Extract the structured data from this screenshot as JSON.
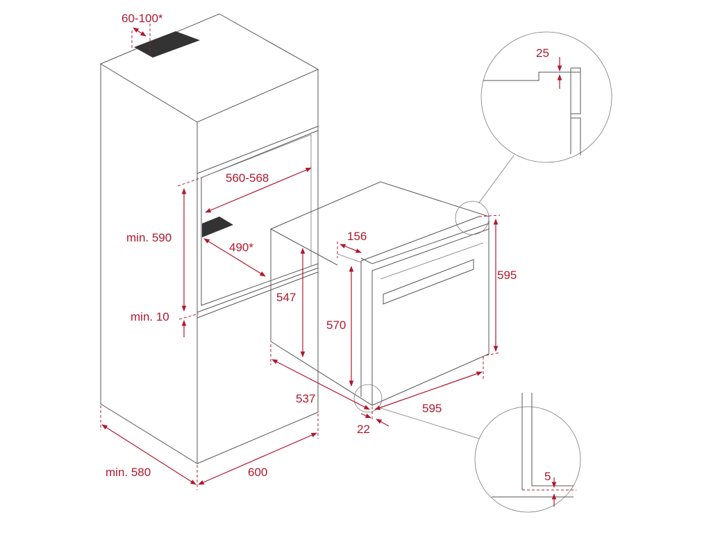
{
  "colors": {
    "dimension": "#b0182d",
    "outline": "#555555",
    "vent": "#333333"
  },
  "dimensions": {
    "top_vent": "60-100*",
    "niche_width": "560-568",
    "niche_height": "min. 590",
    "vent_depth": "490*",
    "bottom_gap": "min. 10",
    "cabinet_depth": "min. 580",
    "cabinet_width": "600",
    "oven_body_height": "547",
    "oven_inner_height": "570",
    "oven_top_step": "156",
    "oven_height": "595",
    "oven_width": "595",
    "oven_depth": "537",
    "front_overhang": "22",
    "detail_top_gap": "25",
    "detail_bottom_gap": "5"
  }
}
